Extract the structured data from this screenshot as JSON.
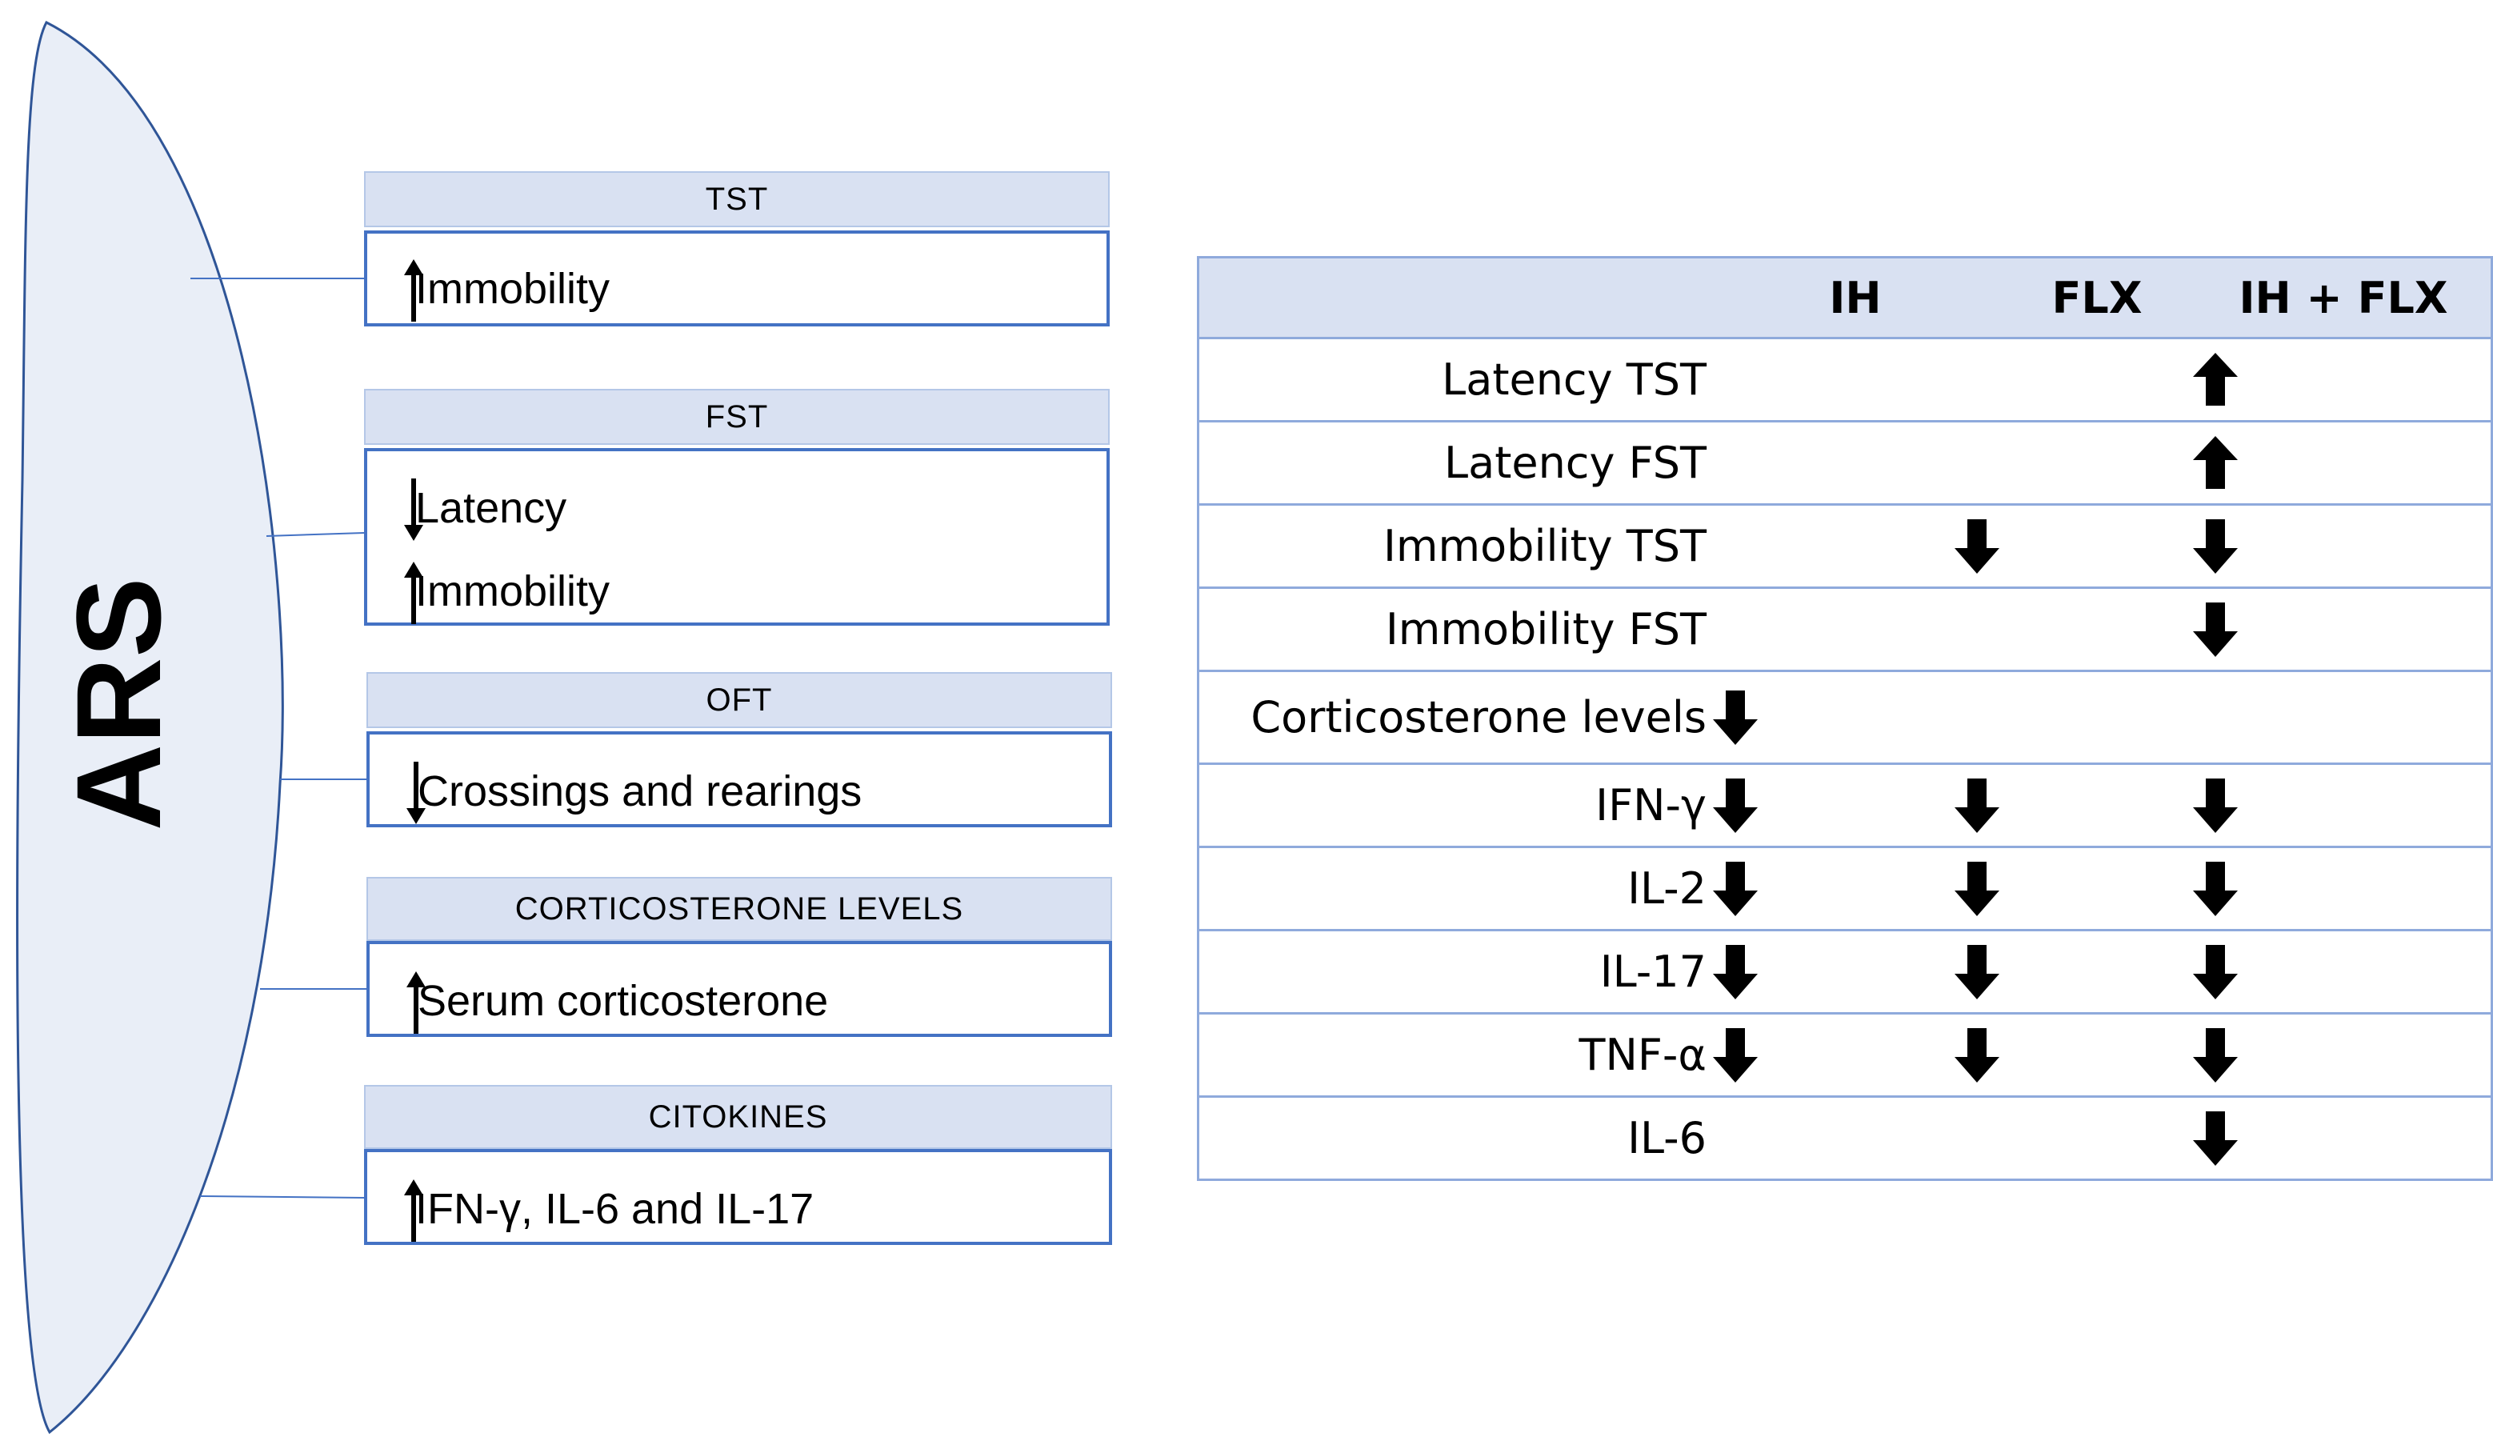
{
  "main_label": "ARS",
  "colors": {
    "lens_fill": "#e9eef7",
    "lens_stroke": "#2f5597",
    "header_fill": "#d9e1f2",
    "box_border": "#4472c4",
    "table_border": "#8faadc",
    "arrow": "#000000"
  },
  "groups": [
    {
      "title": "TST",
      "findings": [
        {
          "direction": "up",
          "text": "Immobility"
        }
      ]
    },
    {
      "title": "FST",
      "findings": [
        {
          "direction": "down",
          "text": "Latency"
        },
        {
          "direction": "up",
          "text": "Immobility"
        }
      ]
    },
    {
      "title": "OFT",
      "findings": [
        {
          "direction": "down",
          "text": "Crossings and rearings"
        }
      ]
    },
    {
      "title": "CORTICOSTERONE LEVELS",
      "findings": [
        {
          "direction": "up",
          "text": "Serum corticosterone"
        }
      ]
    },
    {
      "title": "CITOKINES",
      "findings": [
        {
          "direction": "up",
          "text": "IFN-γ, IL-6 and IL-17"
        }
      ]
    }
  ],
  "table": {
    "columns": [
      "IH",
      "FLX",
      "IH + FLX"
    ],
    "rows": [
      {
        "label": "Latency TST",
        "cells": [
          "",
          "",
          "up"
        ]
      },
      {
        "label": "Latency FST",
        "cells": [
          "",
          "",
          "up"
        ]
      },
      {
        "label": "Immobility TST",
        "cells": [
          "",
          "down",
          "down"
        ]
      },
      {
        "label": "Immobility FST",
        "cells": [
          "",
          "",
          "down"
        ]
      },
      {
        "label": "Corticosterone levels",
        "cells": [
          "down",
          "",
          ""
        ]
      },
      {
        "label": "IFN-γ",
        "cells": [
          "down",
          "down",
          "down"
        ]
      },
      {
        "label": "IL-2",
        "cells": [
          "down",
          "down",
          "down"
        ]
      },
      {
        "label": "IL-17",
        "cells": [
          "down",
          "down",
          "down"
        ]
      },
      {
        "label": "TNF-α",
        "cells": [
          "down",
          "down",
          "down"
        ]
      },
      {
        "label": "IL-6",
        "cells": [
          "",
          "",
          "down"
        ]
      }
    ]
  }
}
